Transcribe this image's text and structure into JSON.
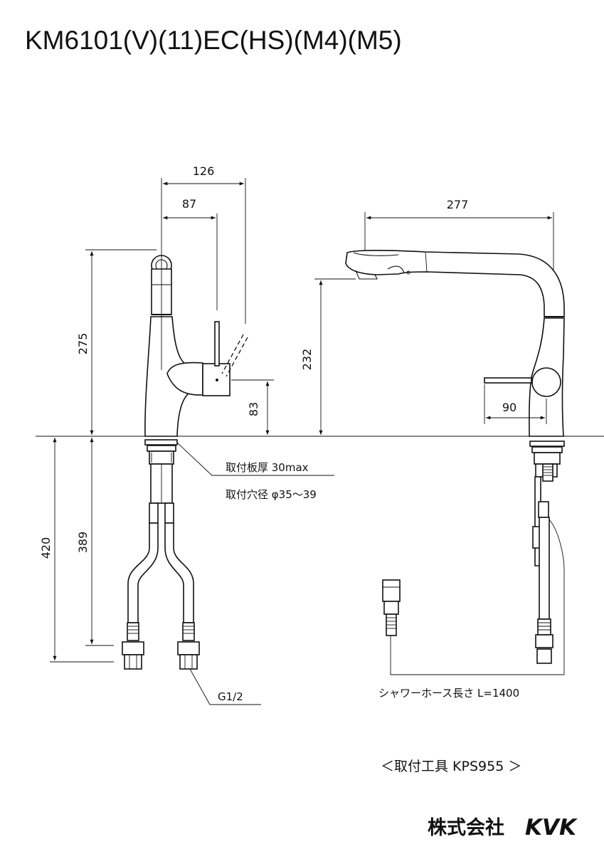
{
  "title": "KM6101(V)(11)EC(HS)(M4)(M5)",
  "dimensions": {
    "width_126": "126",
    "width_87": "87",
    "height_275": "275",
    "height_83": "83",
    "height_232": "232",
    "width_277": "277",
    "width_90": "90",
    "below_420": "420",
    "below_389": "389"
  },
  "notes": {
    "plate_thickness": "取付板厚 30max",
    "hole_diameter": "取付穴径 φ35～39",
    "thread": "G1/2",
    "shower_hose": "シャワーホース長さ L=1400"
  },
  "tool": "＜取付工具 KPS955 ＞",
  "logo": {
    "company": "株式会社",
    "brand": "KVK"
  }
}
